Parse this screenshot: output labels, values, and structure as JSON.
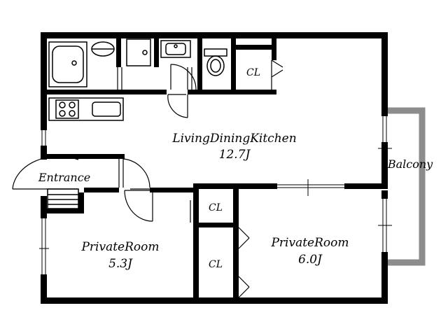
{
  "rooms": {
    "ldk_name": "LivingDiningKitchen",
    "ldk_size": "12.7J",
    "balcony": "Balcony",
    "entrance": "Entrance",
    "room_left_name": "PrivateRoom",
    "room_left_size": "5.3J",
    "room_right_name": "PrivateRoom",
    "room_right_size": "6.0J",
    "closet_top": "CL",
    "closet_mid": "CL",
    "closet_bottom": "CL"
  },
  "colors": {
    "wall": "#000000",
    "balcony_rail": "#8c8c8c",
    "background": "#ffffff"
  }
}
